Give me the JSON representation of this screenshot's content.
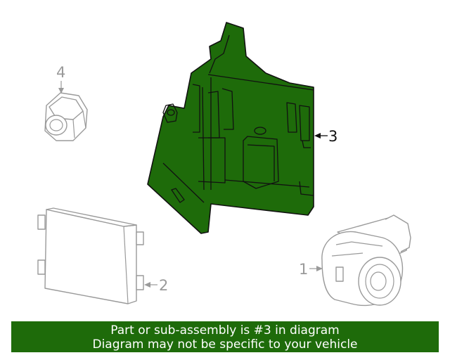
{
  "callouts": {
    "one": "1",
    "two": "2",
    "three": "3",
    "four": "4"
  },
  "banner": {
    "line1": "Part or sub-assembly is #3 in diagram",
    "line2": "Diagram may not be specific to your vehicle"
  },
  "colors": {
    "highlight": "#1e6b0a",
    "outline_gray": "#9a9a9a",
    "banner_text": "#ffffff"
  },
  "icons": {
    "part1": "parking-sensor-icon",
    "part2": "control-module-icon",
    "part3": "mounting-bracket-icon",
    "part4": "flange-nut-icon"
  }
}
